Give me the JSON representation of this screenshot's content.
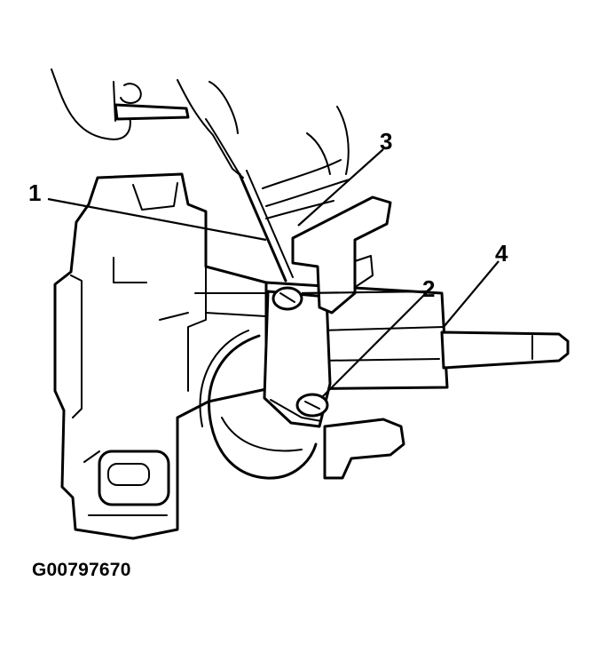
{
  "figure": {
    "id_code": "G00797670",
    "callouts": [
      {
        "key": "c1",
        "label": "1"
      },
      {
        "key": "c2",
        "label": "2"
      },
      {
        "key": "c3",
        "label": "3"
      },
      {
        "key": "c4",
        "label": "4"
      }
    ]
  }
}
